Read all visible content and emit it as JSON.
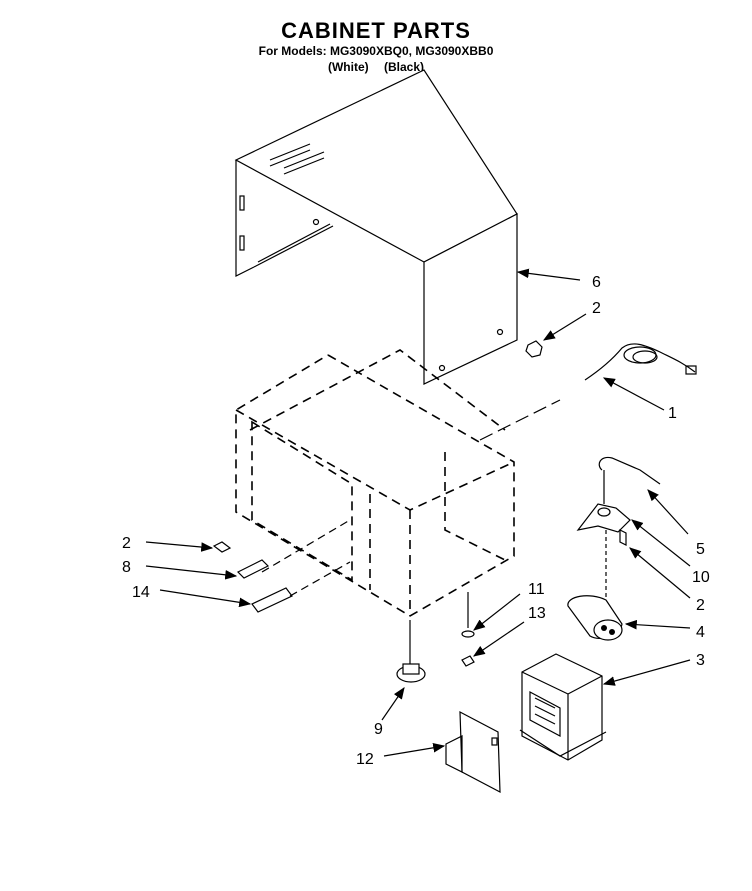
{
  "header": {
    "title": "CABINET PARTS",
    "models_line": "For Models: MG3090XBQ0, MG3090XBB0",
    "color_white": "(White)",
    "color_black": "(Black)"
  },
  "callouts": [
    {
      "id": "c6",
      "label": "6"
    },
    {
      "id": "c2a",
      "label": "2"
    },
    {
      "id": "c1",
      "label": "1"
    },
    {
      "id": "c5",
      "label": "5"
    },
    {
      "id": "c10",
      "label": "10"
    },
    {
      "id": "c2b",
      "label": "2"
    },
    {
      "id": "c4",
      "label": "4"
    },
    {
      "id": "c3",
      "label": "3"
    },
    {
      "id": "c2c",
      "label": "2"
    },
    {
      "id": "c8",
      "label": "8"
    },
    {
      "id": "c14",
      "label": "14"
    },
    {
      "id": "c11",
      "label": "11"
    },
    {
      "id": "c13",
      "label": "13"
    },
    {
      "id": "c9",
      "label": "9"
    },
    {
      "id": "c12",
      "label": "12"
    }
  ]
}
